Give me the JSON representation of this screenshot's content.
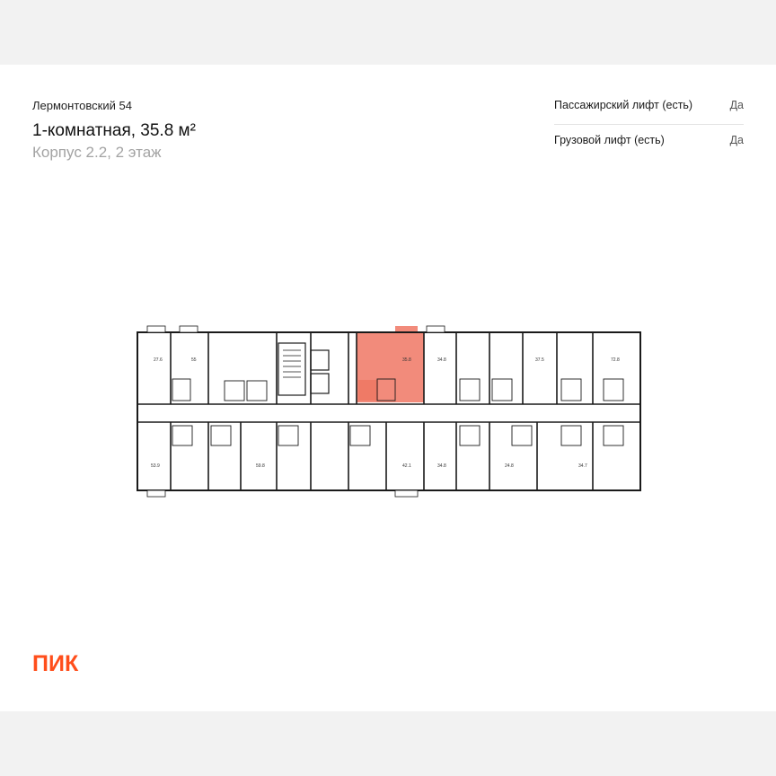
{
  "project_name": "Лермонтовский 54",
  "apartment": {
    "title": "1-комнатная, 35.8 м²",
    "subtitle": "Корпус 2.2, 2 этаж"
  },
  "specs": [
    {
      "label": "Пассажирский лифт (есть)",
      "value": "Да"
    },
    {
      "label": "Грузовой лифт (есть)",
      "value": "Да"
    }
  ],
  "floor_plan": {
    "top_units": [
      "27.6",
      "55",
      "35.8",
      "34.8",
      "37.5",
      "72.8"
    ],
    "bottom_units": [
      "53.9",
      "59.8",
      "42.1",
      "34.8",
      "24.8",
      "34.7"
    ],
    "highlighted_unit": "35.8",
    "highlight_color": "#f28b7b",
    "highlight_color_dark": "#e05a45"
  },
  "logo_text": "ПИК",
  "colors": {
    "brand": "#ff4e1b",
    "wall": "#1a1a1a",
    "page_bg": "#f2f2f2"
  }
}
